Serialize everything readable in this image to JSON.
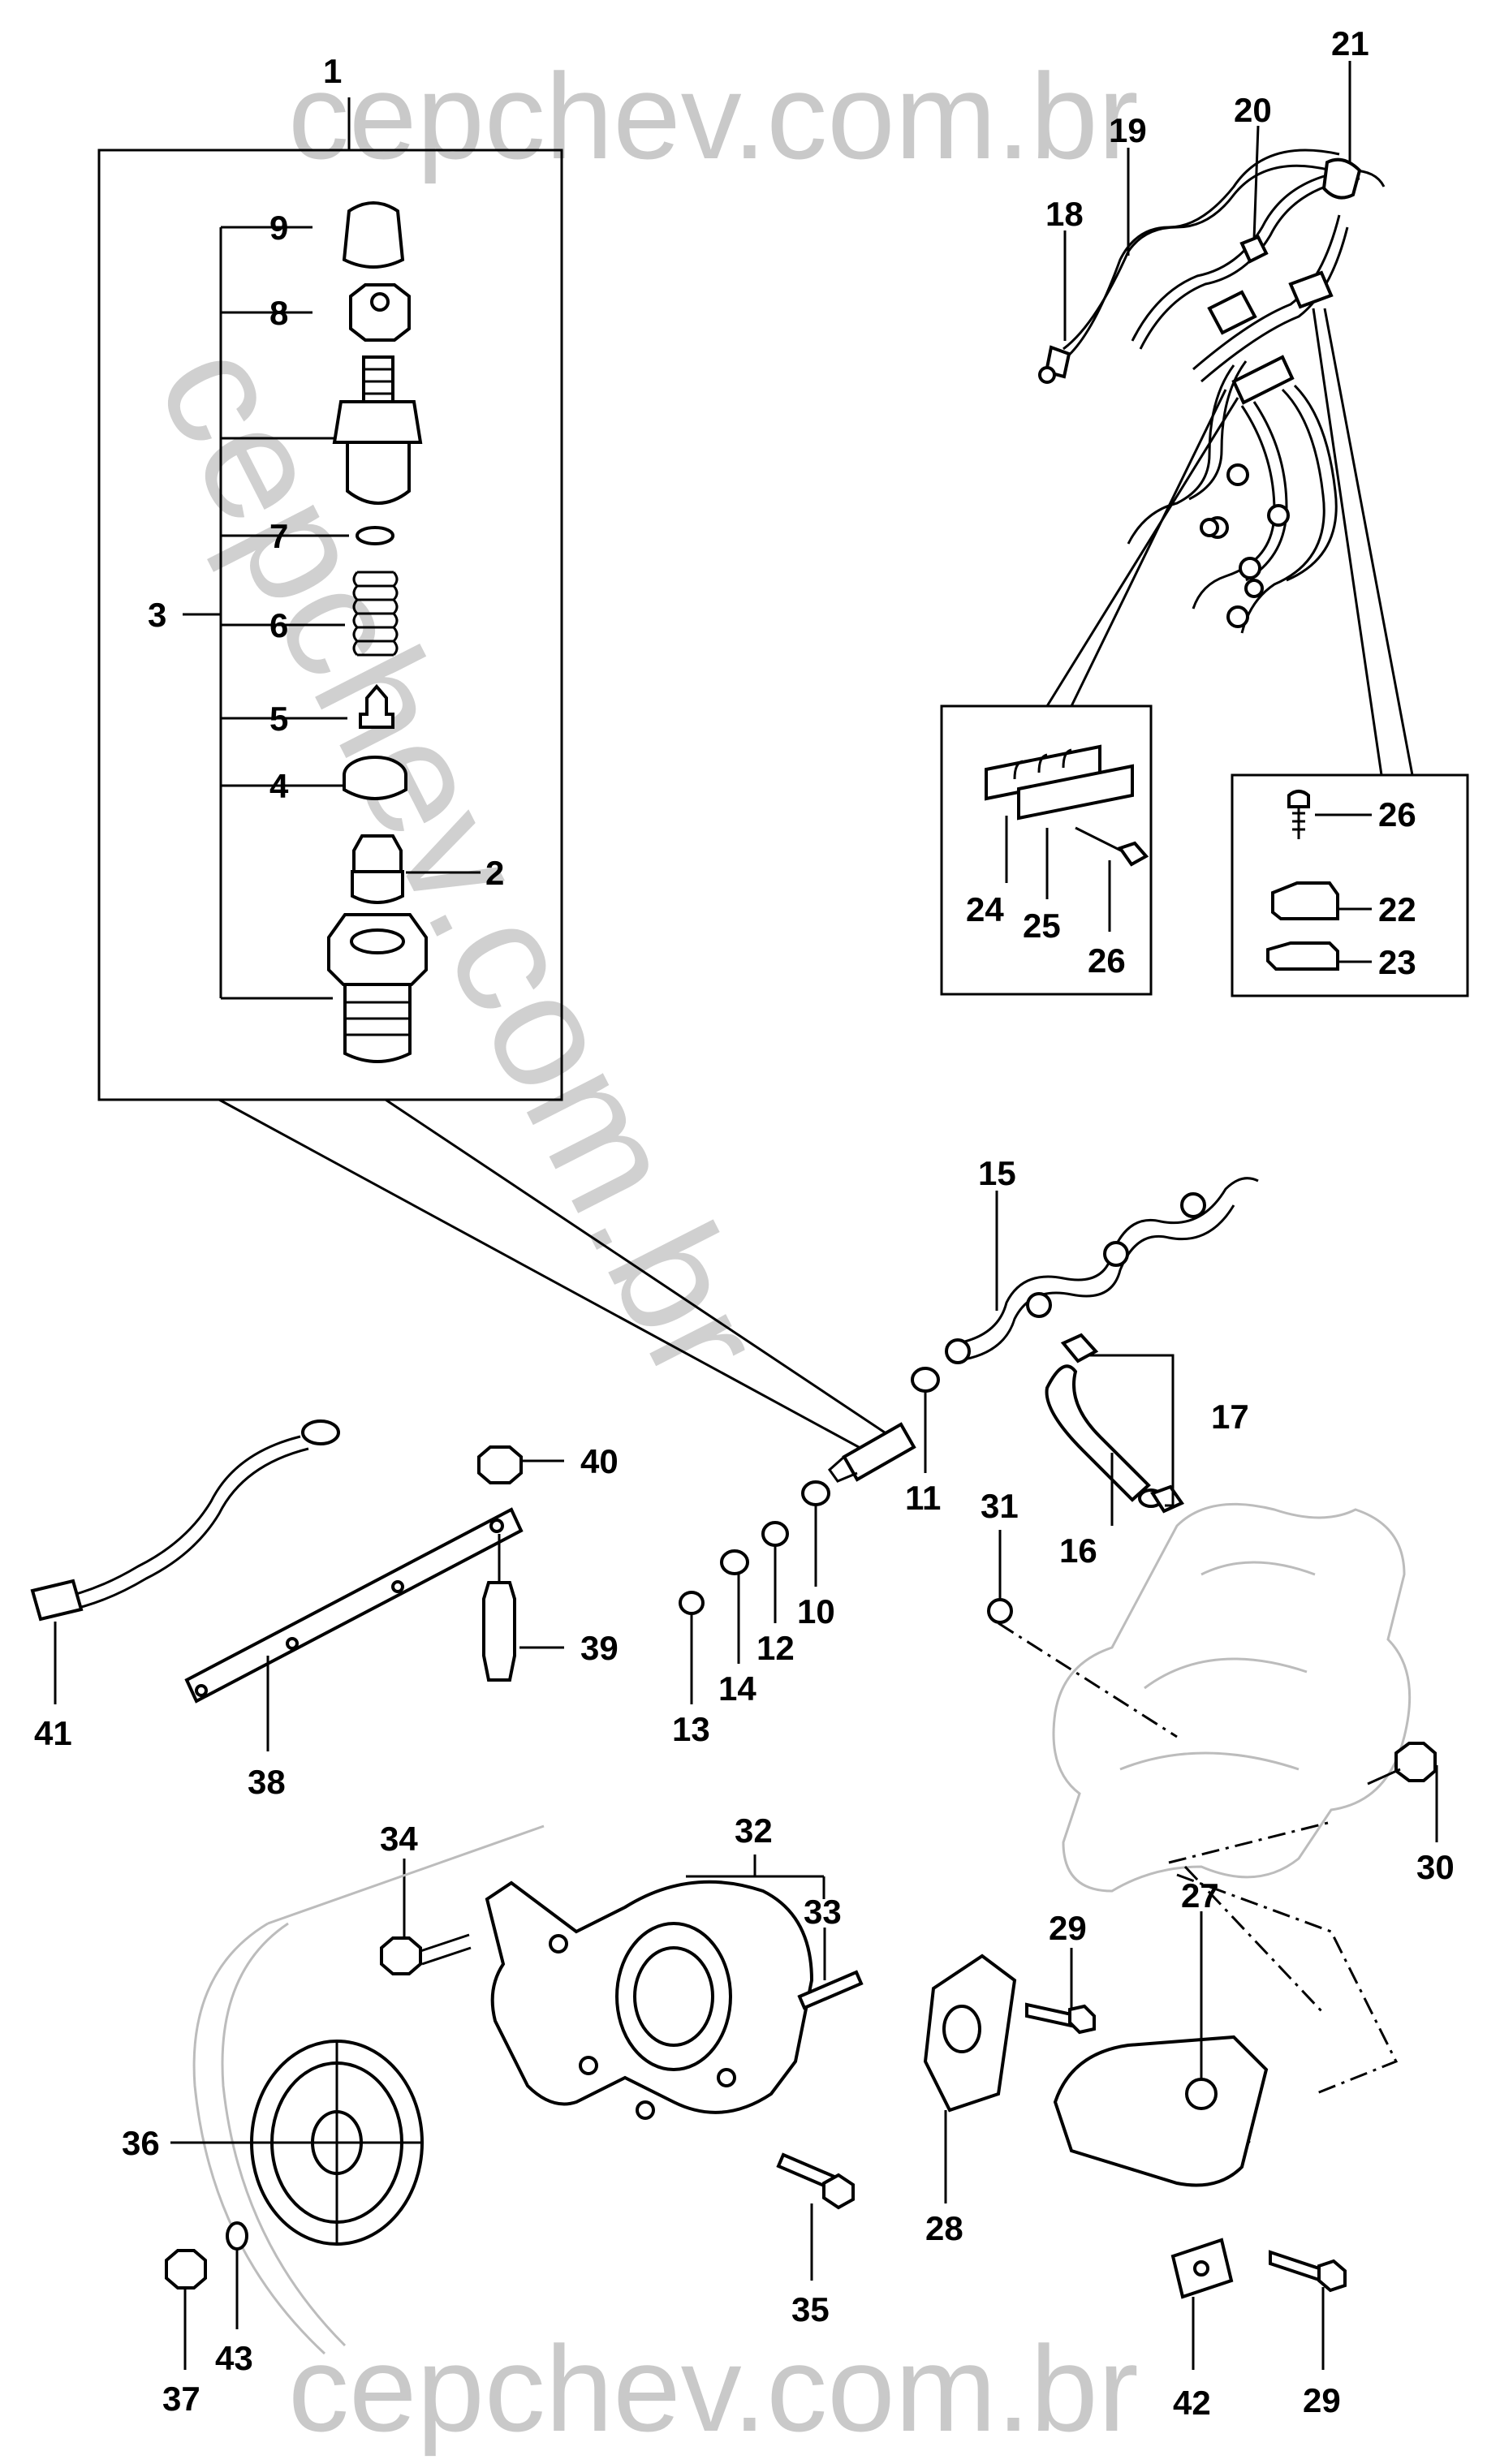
{
  "watermark": {
    "top": "cepchev.com.br",
    "bottom": "cepchev.com.br",
    "diagonal": "cepchev.com.br"
  },
  "callouts": [
    {
      "id": "c1",
      "text": "1"
    },
    {
      "id": "c2",
      "text": "2"
    },
    {
      "id": "c3",
      "text": "3"
    },
    {
      "id": "c4",
      "text": "4"
    },
    {
      "id": "c5",
      "text": "5"
    },
    {
      "id": "c6",
      "text": "6"
    },
    {
      "id": "c7",
      "text": "7"
    },
    {
      "id": "c8",
      "text": "8"
    },
    {
      "id": "c9",
      "text": "9"
    },
    {
      "id": "c10",
      "text": "10"
    },
    {
      "id": "c11",
      "text": "11"
    },
    {
      "id": "c12",
      "text": "12"
    },
    {
      "id": "c13",
      "text": "13"
    },
    {
      "id": "c14",
      "text": "14"
    },
    {
      "id": "c15",
      "text": "15"
    },
    {
      "id": "c16",
      "text": "16"
    },
    {
      "id": "c17",
      "text": "17"
    },
    {
      "id": "c18",
      "text": "18"
    },
    {
      "id": "c19",
      "text": "19"
    },
    {
      "id": "c20",
      "text": "20"
    },
    {
      "id": "c21",
      "text": "21"
    },
    {
      "id": "c22",
      "text": "22"
    },
    {
      "id": "c23",
      "text": "23"
    },
    {
      "id": "c24",
      "text": "24"
    },
    {
      "id": "c25",
      "text": "25"
    },
    {
      "id": "c26a",
      "text": "26"
    },
    {
      "id": "c26b",
      "text": "26"
    },
    {
      "id": "c27",
      "text": "27"
    },
    {
      "id": "c28",
      "text": "28"
    },
    {
      "id": "c29a",
      "text": "29"
    },
    {
      "id": "c29b",
      "text": "29"
    },
    {
      "id": "c30",
      "text": "30"
    },
    {
      "id": "c31",
      "text": "31"
    },
    {
      "id": "c32",
      "text": "32"
    },
    {
      "id": "c33",
      "text": "33"
    },
    {
      "id": "c34",
      "text": "34"
    },
    {
      "id": "c35",
      "text": "35"
    },
    {
      "id": "c36",
      "text": "36"
    },
    {
      "id": "c37",
      "text": "37"
    },
    {
      "id": "c38",
      "text": "38"
    },
    {
      "id": "c39",
      "text": "39"
    },
    {
      "id": "c40",
      "text": "40"
    },
    {
      "id": "c41",
      "text": "41"
    },
    {
      "id": "c42",
      "text": "42"
    },
    {
      "id": "c43",
      "text": "43"
    }
  ]
}
